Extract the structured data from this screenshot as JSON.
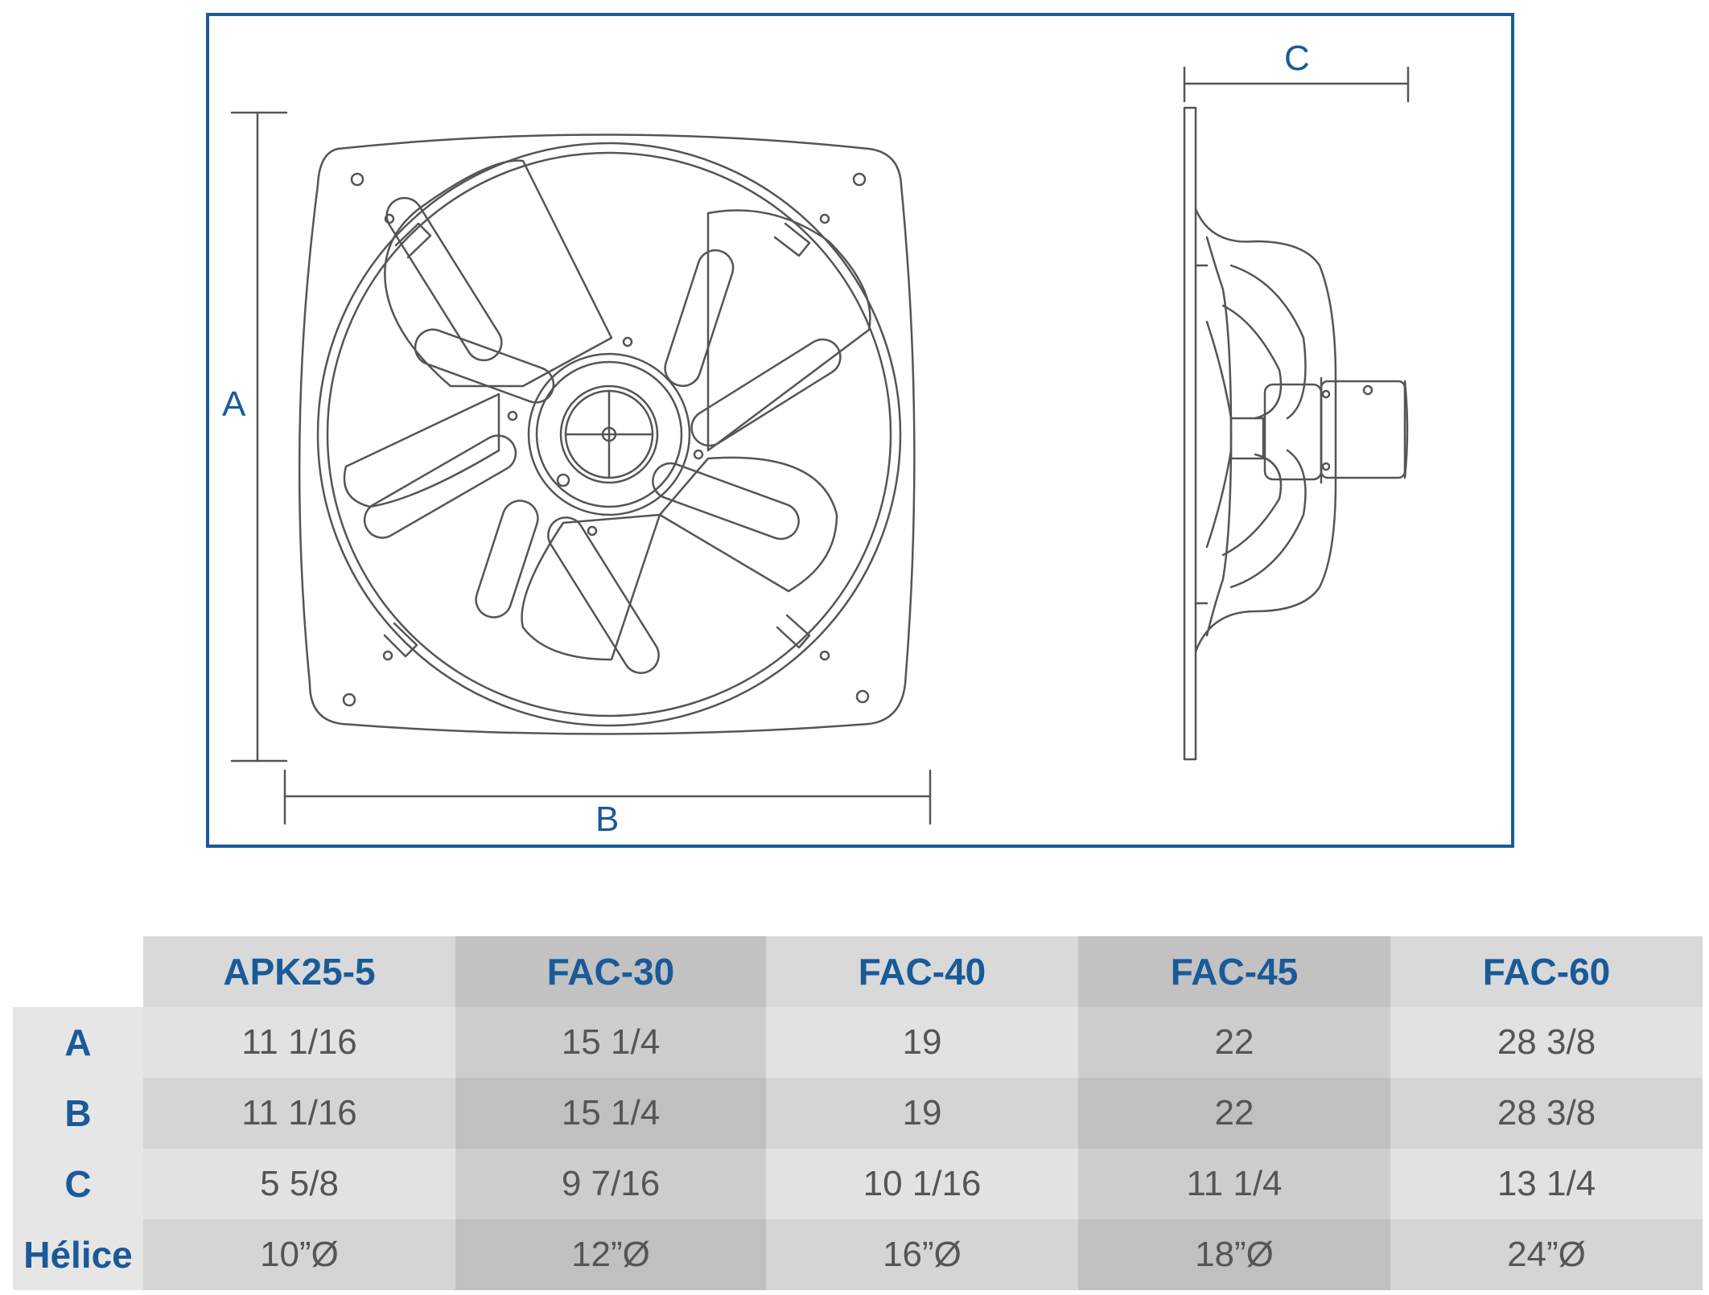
{
  "diagram": {
    "dimension_labels": {
      "a": "A",
      "b": "B",
      "c": "C"
    },
    "colors": {
      "frame": "#1a5a99",
      "drawing_line": "#555555",
      "label": "#1a5a99"
    }
  },
  "table": {
    "models": [
      "APK25-5",
      "FAC-30",
      "FAC-40",
      "FAC-45",
      "FAC-60"
    ],
    "rows": [
      {
        "label": "A",
        "values": [
          "11 1/16",
          "15 1/4",
          "19",
          "22",
          "28 3/8"
        ]
      },
      {
        "label": "B",
        "values": [
          "11 1/16",
          "15 1/4",
          "19",
          "22",
          "28 3/8"
        ]
      },
      {
        "label": "C",
        "values": [
          "5 5/8",
          "9 7/16",
          "10 1/16",
          "11 1/4",
          "13 1/4"
        ]
      },
      {
        "label": "Hélice",
        "values": [
          "10”Ø",
          "12”Ø",
          "16”Ø",
          "18”Ø",
          "24”Ø"
        ]
      }
    ],
    "colors": {
      "header_text": "#1a5a99",
      "value_text": "#555555",
      "light_column": "#d9d9d9",
      "dark_column": "#c2c2c2"
    }
  }
}
